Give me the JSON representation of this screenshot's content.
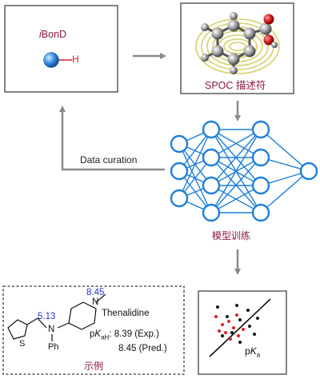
{
  "ibond_box": {
    "title_prefix": "i",
    "title_rest": "BonD",
    "h_label": "H"
  },
  "spoc_box": {
    "label": "SPOC 描述符"
  },
  "data_curation": {
    "label": "Data curation"
  },
  "model_training": {
    "label": "模型训练"
  },
  "example_box": {
    "caption": "示例",
    "value_top": "8.45",
    "value_left": "5.13",
    "compound_name": "Thenalidine",
    "pka_prefix": "p",
    "pka_italic": "K",
    "pka_sub": "aH",
    "pka_exp_value": ": 8.39 (Exp.)",
    "pka_pred_value": "8.45 (Pred.)",
    "atom_n_amine": "N",
    "atom_n_ring": "N",
    "atom_s": "S",
    "substituent_ph": "Ph"
  },
  "scatter_box": {
    "label_prefix": "p",
    "label_italic": "K",
    "label_sub": "a"
  },
  "colors": {
    "arrow": "#8a8a8a",
    "network_blue": "#1e7fd9",
    "label_maroon": "#8b1a3c",
    "h_red": "#e02020",
    "value_blue": "#2233cc",
    "scatter_red": "#e0202a"
  }
}
